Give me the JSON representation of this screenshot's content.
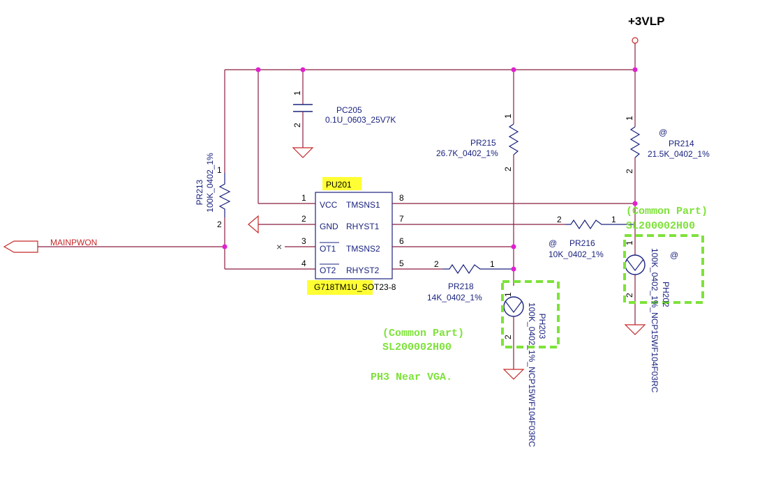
{
  "power": {
    "rail": "+3VLP"
  },
  "net": {
    "mainpwon": "MAINPWON"
  },
  "ic": {
    "ref": "PU201",
    "part_a": "G718TM1U_",
    "part_b": "SOT23-8",
    "pins_left": [
      {
        "num": "1",
        "name": "VCC"
      },
      {
        "num": "2",
        "name": "GND"
      },
      {
        "num": "3",
        "name": "OT1"
      },
      {
        "num": "4",
        "name": "OT2"
      }
    ],
    "pins_right": [
      {
        "num": "8",
        "name": "TMSNS1"
      },
      {
        "num": "7",
        "name": "RHYST1"
      },
      {
        "num": "6",
        "name": "TMSNS2"
      },
      {
        "num": "5",
        "name": "RHYST2"
      }
    ]
  },
  "components": {
    "pc205": {
      "ref": "PC205",
      "value": "0.1U_0603_25V7K",
      "pin1": "1",
      "pin2": "2"
    },
    "pr213": {
      "ref": "PR213",
      "value": "100K_0402_1%",
      "pin1": "1",
      "pin2": "2"
    },
    "pr215": {
      "ref": "PR215",
      "value": "26.7K_0402_1%",
      "pin1": "1",
      "pin2": "2"
    },
    "pr214": {
      "ref": "PR214",
      "value": "21.5K_0402_1%",
      "mark": "@",
      "pin1": "1",
      "pin2": "2"
    },
    "pr216": {
      "ref": "PR216",
      "value": "10K_0402_1%",
      "mark": "@",
      "pin1": "1",
      "pin2": "2"
    },
    "pr218": {
      "ref": "PR218",
      "value": "14K_0402_1%",
      "pin1": "1",
      "pin2": "2"
    },
    "ph203": {
      "ref": "PH203",
      "value": "100K_0402_1%_NCP15WF104F03RC",
      "pin1": "1",
      "pin2": "2"
    },
    "ph202": {
      "ref": "PH202",
      "value": "100K_0402_1%_NCP15WF104F03RC",
      "mark": "@",
      "pin1": "1",
      "pin2": "2"
    }
  },
  "notes": {
    "common_part": "(Common  Part)",
    "part_number": "SL200002H00",
    "ph3_note": "PH3  Near  VGA.",
    "nc_mark": "×"
  },
  "colors": {
    "wire": "#8b1e3f",
    "component": "#1a237e",
    "ground": "#c62828",
    "junction": "#e020d0",
    "highlight": "#ffff33",
    "annotation": "#7ee23a"
  }
}
